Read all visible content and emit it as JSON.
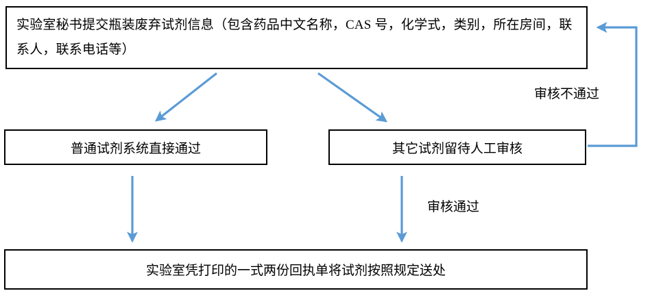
{
  "diagram": {
    "title_text_color": "#000000",
    "box_border_color": "#000000",
    "arrow_color": "#5B9BD5",
    "background": "#FFFFFF",
    "nodes": {
      "submit_info": {
        "text": "实验室秘书提交瓶装废弃试剂信息（包含药品中文名称，CAS 号，化学式，类别，所在房间，联系人，联系电话等）"
      },
      "auto_pass": {
        "text": "普通试剂系统直接通过"
      },
      "manual_review": {
        "text": "其它试剂留待人工审核"
      },
      "dispose": {
        "text": "实验室凭打印的一式两份回执单将试剂按照规定送处"
      }
    },
    "edge_labels": {
      "review_fail": "审核不通过",
      "review_pass": "审核通过"
    }
  }
}
